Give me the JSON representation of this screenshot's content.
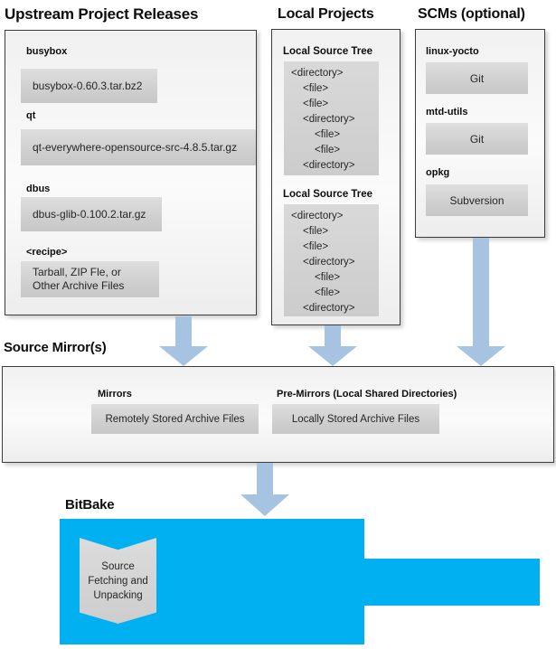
{
  "diagram": {
    "upstream": {
      "title": "Upstream Project Releases",
      "items": [
        {
          "label": "busybox",
          "file": "busybox-0.60.3.tar.bz2"
        },
        {
          "label": "qt",
          "file": "qt-everywhere-opensource-src-4.8.5.tar.gz"
        },
        {
          "label": "dbus",
          "file": "dbus-glib-0.100.2.tar.gz"
        },
        {
          "label": "<recipe>",
          "file": "Tarball, ZIP Fle, or\nOther Archive Files"
        }
      ]
    },
    "local": {
      "title": "Local Projects",
      "trees": [
        {
          "label": "Local Source Tree",
          "lines": [
            "<directory>",
            "<file>",
            "<file>",
            "<directory>",
            "<file>",
            "<file>",
            "<directory>"
          ]
        },
        {
          "label": "Local Source Tree",
          "lines": [
            "<directory>",
            "<file>",
            "<file>",
            "<directory>",
            "<file>",
            "<file>",
            "<directory>"
          ]
        }
      ]
    },
    "scms": {
      "title": "SCMs (optional)",
      "items": [
        {
          "label": "linux-yocto",
          "tool": "Git"
        },
        {
          "label": "mtd-utils",
          "tool": "Git"
        },
        {
          "label": "opkg",
          "tool": "Subversion"
        }
      ]
    },
    "mirrors": {
      "title": "Source Mirror(s)",
      "groups": [
        {
          "label": "Mirrors",
          "box": "Remotely Stored Archive Files"
        },
        {
          "label": "Pre-Mirrors (Local Shared Directories)",
          "box": "Locally Stored Archive Files"
        }
      ]
    },
    "bitbake": {
      "title": "BitBake",
      "ribbon": "Source\nFetching and\nUnpacking"
    },
    "colors": {
      "bitbake_blue": "#00b0f0",
      "arrow_blue": "#a6c4e2",
      "gray_box": "#d2d2d2",
      "panel_border": "#3c3c3c"
    }
  }
}
